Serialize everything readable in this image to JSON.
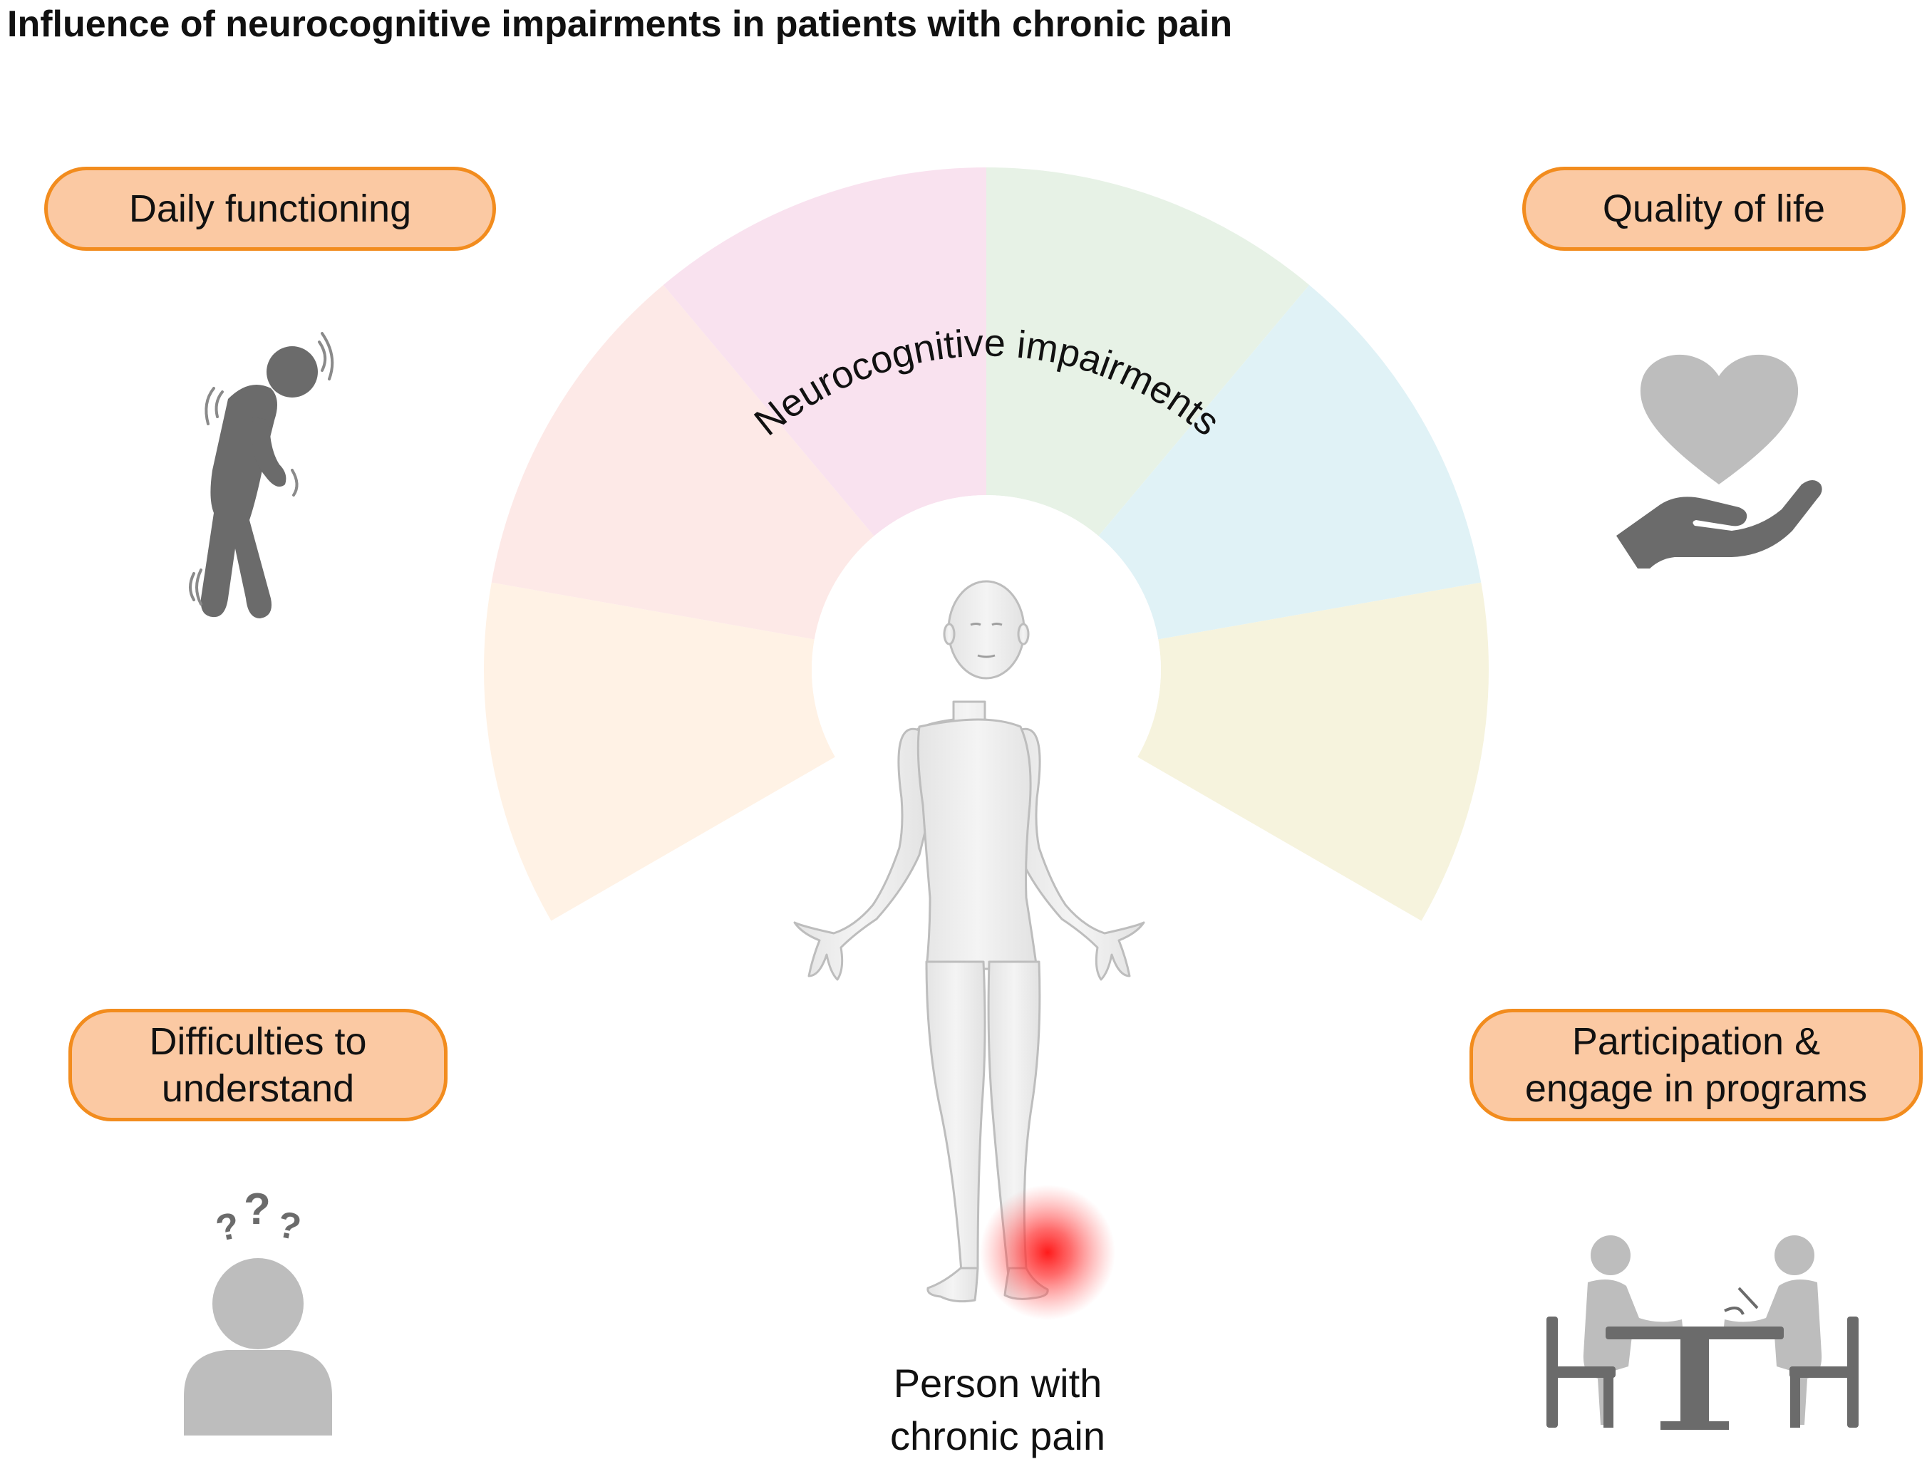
{
  "title": "Influence of neurocognitive impairments in patients with chronic pain",
  "center_label": "Neurocognitive impairments",
  "person_label": [
    "Person with",
    "chronic pain"
  ],
  "outcomes": {
    "daily_functioning": {
      "lines": [
        "Daily functioning"
      ],
      "icon": "stooped-person-icon"
    },
    "quality_of_life": {
      "lines": [
        "Quality of life"
      ],
      "icon": "heart-in-hand-icon"
    },
    "difficulties": {
      "lines": [
        "Difficulties to",
        "understand"
      ],
      "icon": "confused-person-icon"
    },
    "participation": {
      "lines": [
        "Participation &",
        "engage in programs"
      ],
      "icon": "meeting-at-table-icon"
    }
  },
  "segment_colors": [
    "#fff2e5",
    "#fde9e7",
    "#f9e2ef",
    "#e7f2e6",
    "#e0f2f6",
    "#f6f3dd"
  ],
  "colors": {
    "pill_fill": "#fbc9a3",
    "pill_border": "#f28c1e",
    "icon_gray": "#6b6b6b",
    "pain_red": "#ff1e1e"
  }
}
